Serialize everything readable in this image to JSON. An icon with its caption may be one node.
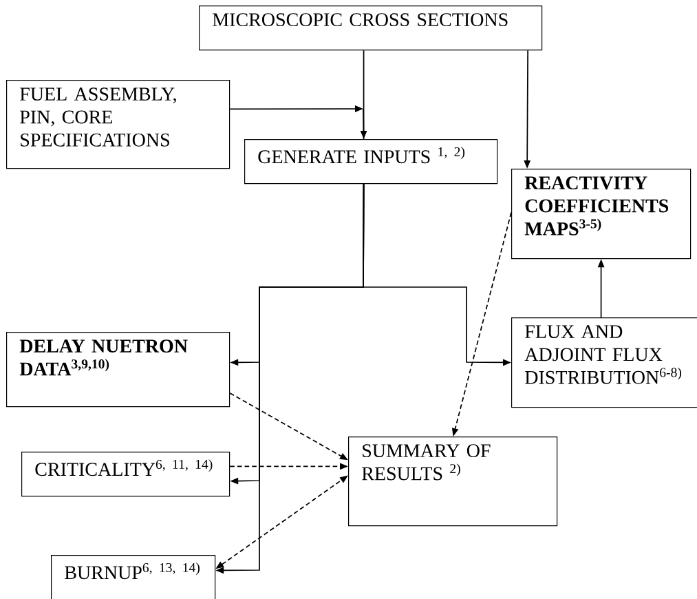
{
  "diagram": {
    "nodes": [
      {
        "text": [
          "MICROSCOPIC CROSS SECTIONS"
        ]
      },
      {
        "text": [
          "FUEL ASSEMBLY, PIN, CORE SPECIFICATIONS"
        ]
      },
      {
        "text": [
          "GENERATE INPUTS $^{1, 2)}$"
        ]
      },
      {
        "text": [
          "REACTIVITY COEFFICIENTS MAPS$^{3-5)}$"
        ]
      },
      {
        "text": [
          "DELAY NUETRON DATA$^{3,9,10)}$"
        ]
      },
      {
        "text": [
          "FLUX AND ADJOINT FLUX DISTRIBUTION$^{6-8)}$"
        ]
      },
      {
        "text": [
          "SUMMARY OF RESULTS $^{2)}$"
        ]
      },
      {
        "text": [
          "CRITICALITY$^{6, 11, 14)}$"
        ]
      },
      {
        "text": [
          "BURNUP$^{6, 13, 14)}$"
        ]
      }
    ],
    "edges": [
      {
        "from": 0,
        "to": 2,
        "arrow": "to"
      },
      {
        "from": 1,
        "to": 2,
        "arrow": "to"
      },
      {
        "from": 0,
        "to": 3,
        "arrow": "to"
      },
      {
        "from": 2,
        "to": 4,
        "arrow": "to"
      },
      {
        "from": 2,
        "to": 7,
        "arrow": "to"
      },
      {
        "from": 2,
        "to": 8,
        "arrow": "to"
      },
      {
        "from": 2,
        "to": 5,
        "arrow": "to"
      },
      {
        "from": 5,
        "to": 3,
        "arrow": "to"
      },
      {
        "from": 3,
        "to": 6,
        "arrow": "to",
        "style": "dashed"
      },
      {
        "from": 4,
        "to": 6,
        "arrow": "to",
        "style": "dashed"
      },
      {
        "from": 7,
        "to": 6,
        "arrow": "to",
        "style": "dashed"
      },
      {
        "from": 8,
        "to": 6,
        "arrow": "both",
        "style": "dashed"
      }
    ]
  }
}
